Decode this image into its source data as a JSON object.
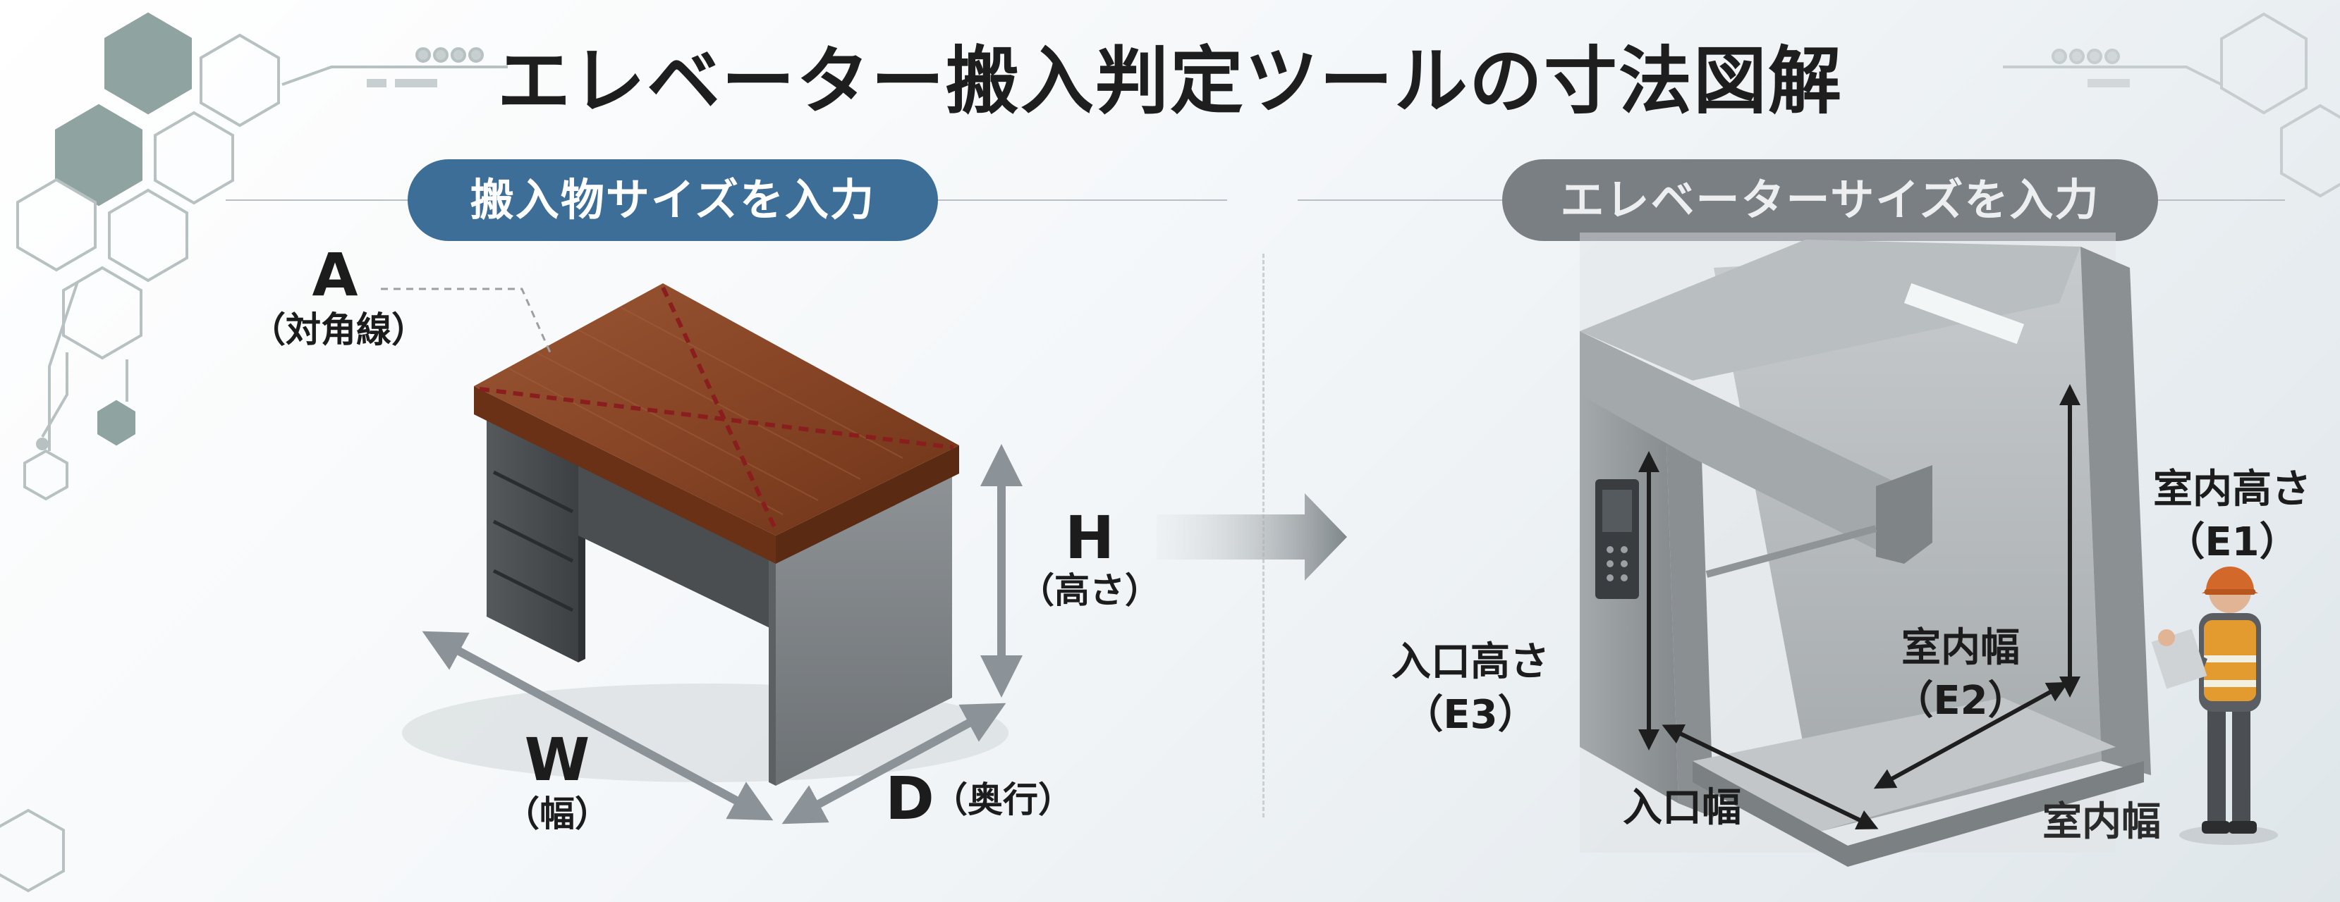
{
  "title": "エレベーター搬入判定ツールの寸法図解",
  "left_section": {
    "heading": "搬入物サイズを入力",
    "labels": {
      "a": "A",
      "a_sub": "（対角線）",
      "h": "H",
      "h_sub": "（高さ）",
      "w": "W",
      "w_sub": "（幅）",
      "d": "D",
      "d_sub": "（奥行）"
    }
  },
  "right_section": {
    "heading": "エレベーターサイズを入力",
    "labels": {
      "e1": "室内高さ",
      "e1_sub": "（E1）",
      "e2": "室内幅",
      "e2_sub": "（E2）",
      "e3": "入口高さ",
      "e3_sub": "（E3）",
      "entrance_width": "入口幅",
      "floor_depth": "室内幅"
    }
  },
  "colors": {
    "left_pill": "#3d6e98",
    "right_pill": "#7a7f83",
    "desk_top": "#8b4a2b",
    "dimension_arrow": "#8c9398",
    "diagonal_line": "#8a1d1d"
  }
}
